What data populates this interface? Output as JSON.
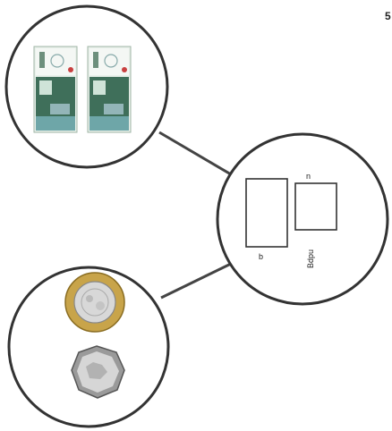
{
  "corner_mark": "5",
  "hub": {
    "left_symbol_label": "b",
    "right_symbol_top_label": "n",
    "right_symbol_bottom_label": "Bdpu"
  },
  "banknote_bubble": {
    "items": [
      "banknote",
      "banknote"
    ]
  },
  "coin_bubble": {
    "items": [
      "bimetallic-coin",
      "heptagonal-coin"
    ]
  }
}
